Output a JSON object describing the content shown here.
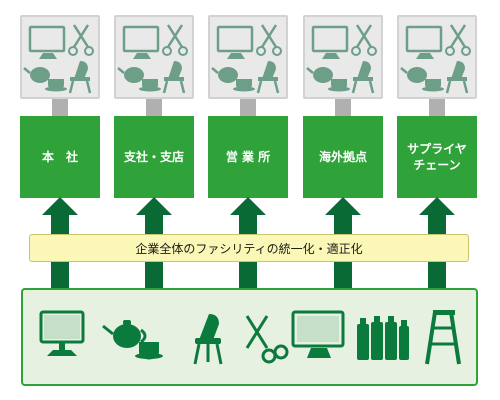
{
  "sites": [
    {
      "label": "本　社"
    },
    {
      "label": "支社・支店"
    },
    {
      "label": "営 業 所"
    },
    {
      "label": "海外拠点"
    },
    {
      "label": "サプライヤ\nチェーン"
    }
  ],
  "banner": {
    "text": "企業全体のファシリティの統一化・適正化"
  },
  "colors": {
    "site_green": "#2fa33a",
    "arrow_green": "#0a6a35",
    "icon_card_green": "#6d9e88",
    "base_icon_green": "#0b7a3d",
    "banner_yellow": "#fbf7b6",
    "base_bg": "#e7f1e1"
  },
  "icons": {
    "card_icons": [
      "monitor-icon",
      "scissors-icon",
      "tea-set-icon",
      "chair-icon"
    ],
    "base_icons": [
      "desktop-monitor-icon",
      "tea-set-icon",
      "chair-icon",
      "scissors-icon",
      "tv-icon",
      "bottles-icon",
      "stepladder-icon"
    ]
  }
}
